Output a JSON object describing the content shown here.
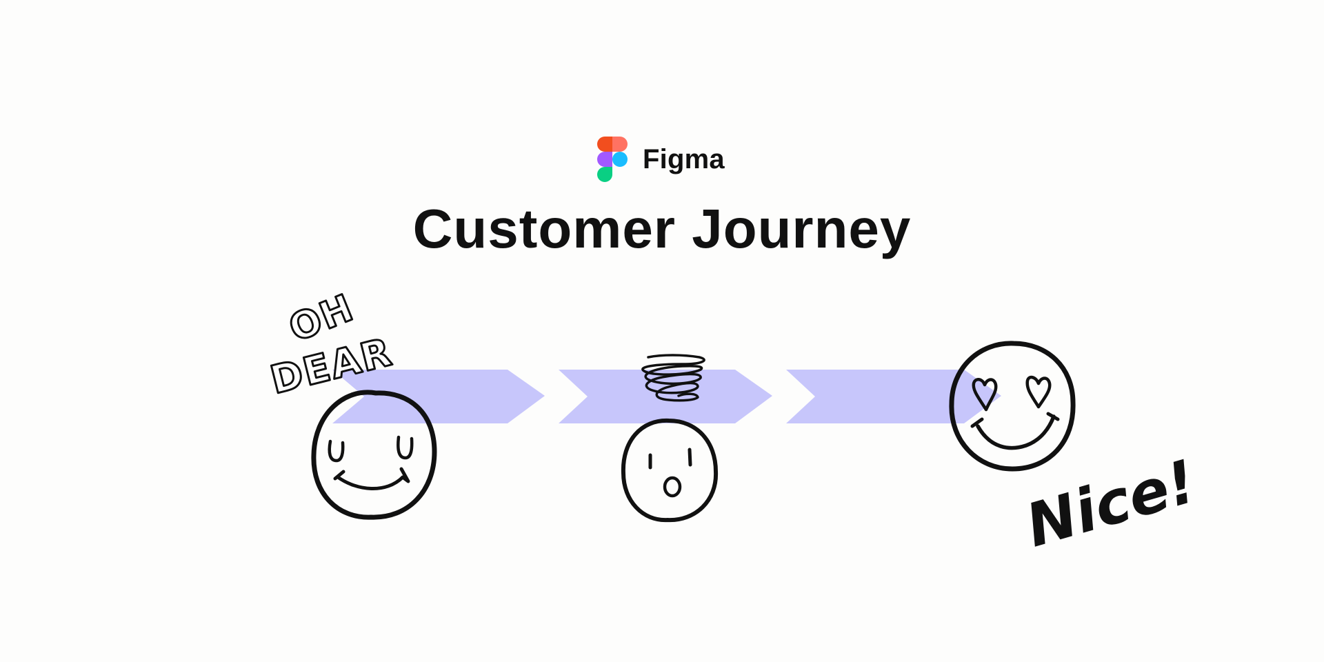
{
  "brand": {
    "name": "Figma",
    "logo_colors": [
      "#F24E1E",
      "#FF7262",
      "#A259FF",
      "#1ABCFE",
      "#0ACF83"
    ]
  },
  "title": "Customer Journey",
  "journey": {
    "arrow_color": "#C7C6FB",
    "ink_color": "#111111",
    "stages": [
      {
        "mood": "sad-face-icon",
        "exclamation": "OH DEAR"
      },
      {
        "mood": "surprised-dizzy-face-icon",
        "exclamation": ""
      },
      {
        "mood": "heart-eyes-face-icon",
        "exclamation": "Nice!"
      }
    ]
  }
}
